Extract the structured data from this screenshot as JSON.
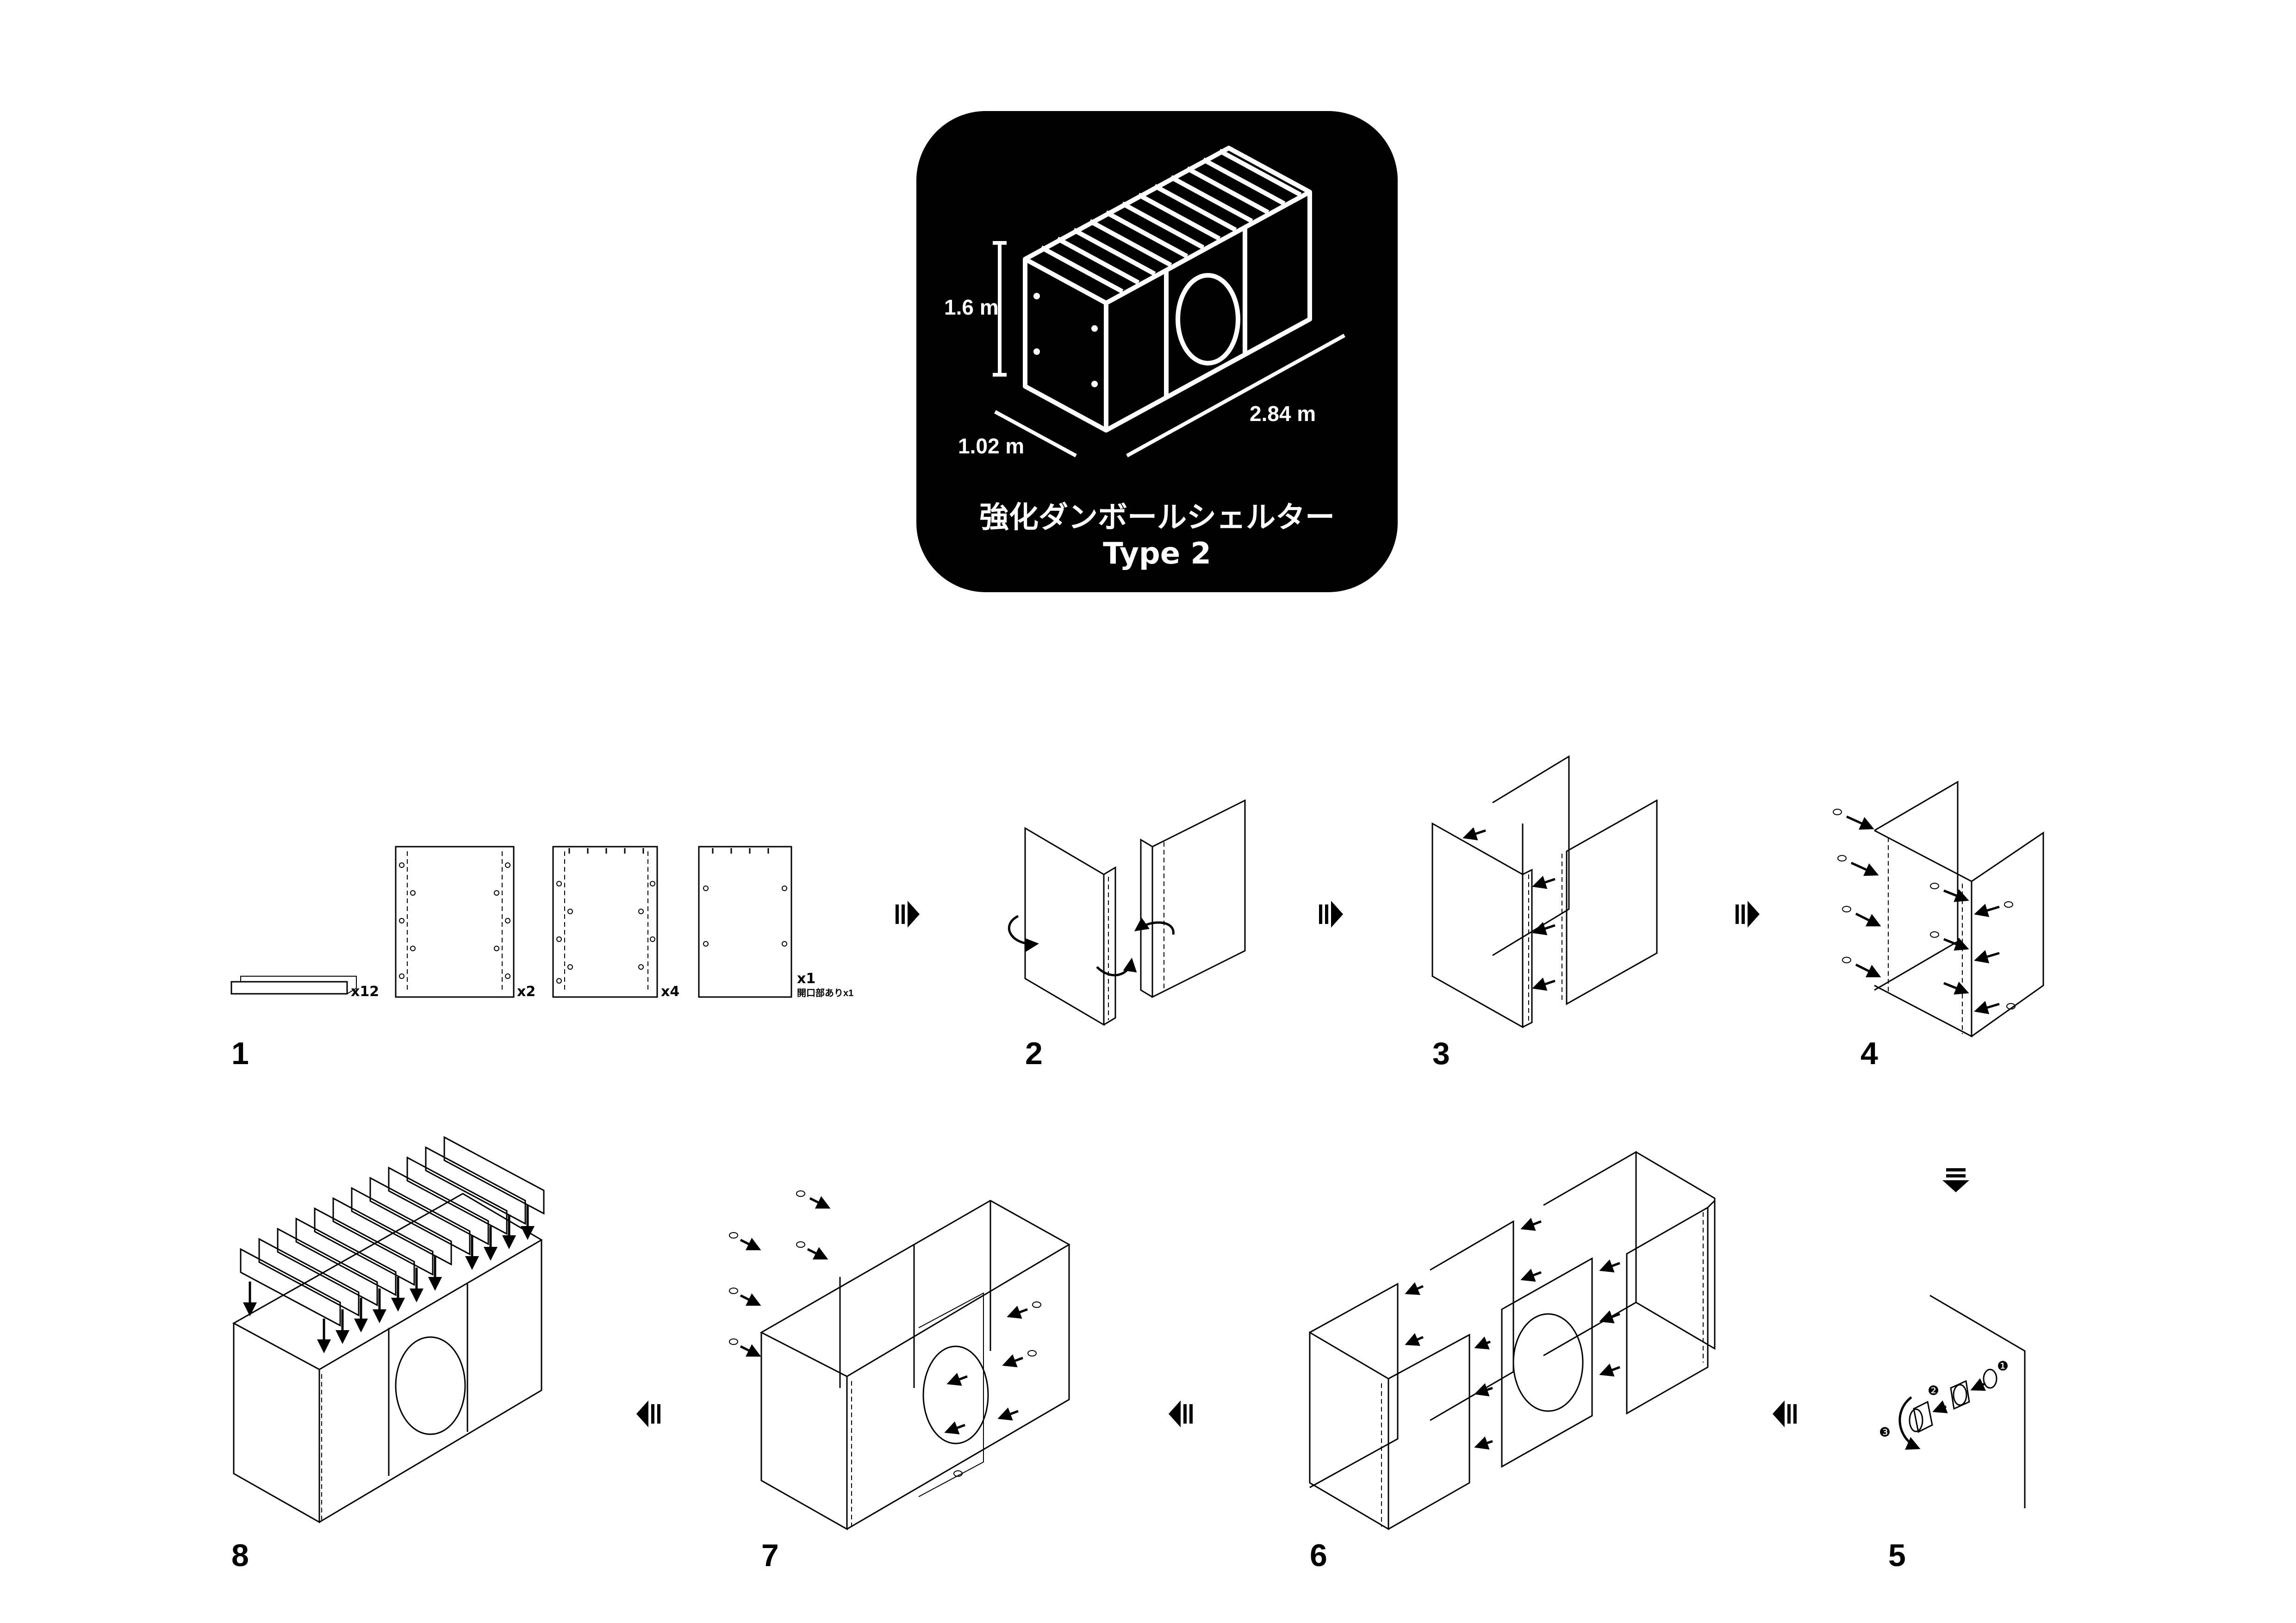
{
  "title": {
    "line1": "強化ダンボールシェルター",
    "line2": "Type 2"
  },
  "dimensions": {
    "height": "1.6 m",
    "depth": "1.02 m",
    "length": "2.84 m"
  },
  "parts": {
    "strip_qty": "x12",
    "panel_a_qty": "x2",
    "panel_b_qty": "x4",
    "panel_c_qty": "x1",
    "panel_c_note": "開口部ありx1"
  },
  "steps": [
    "1",
    "2",
    "3",
    "4",
    "5",
    "6",
    "7",
    "8"
  ],
  "fastener_labels": [
    "❶",
    "❷",
    "❸"
  ],
  "colors": {
    "ink": "#000000",
    "paper": "#ffffff"
  }
}
